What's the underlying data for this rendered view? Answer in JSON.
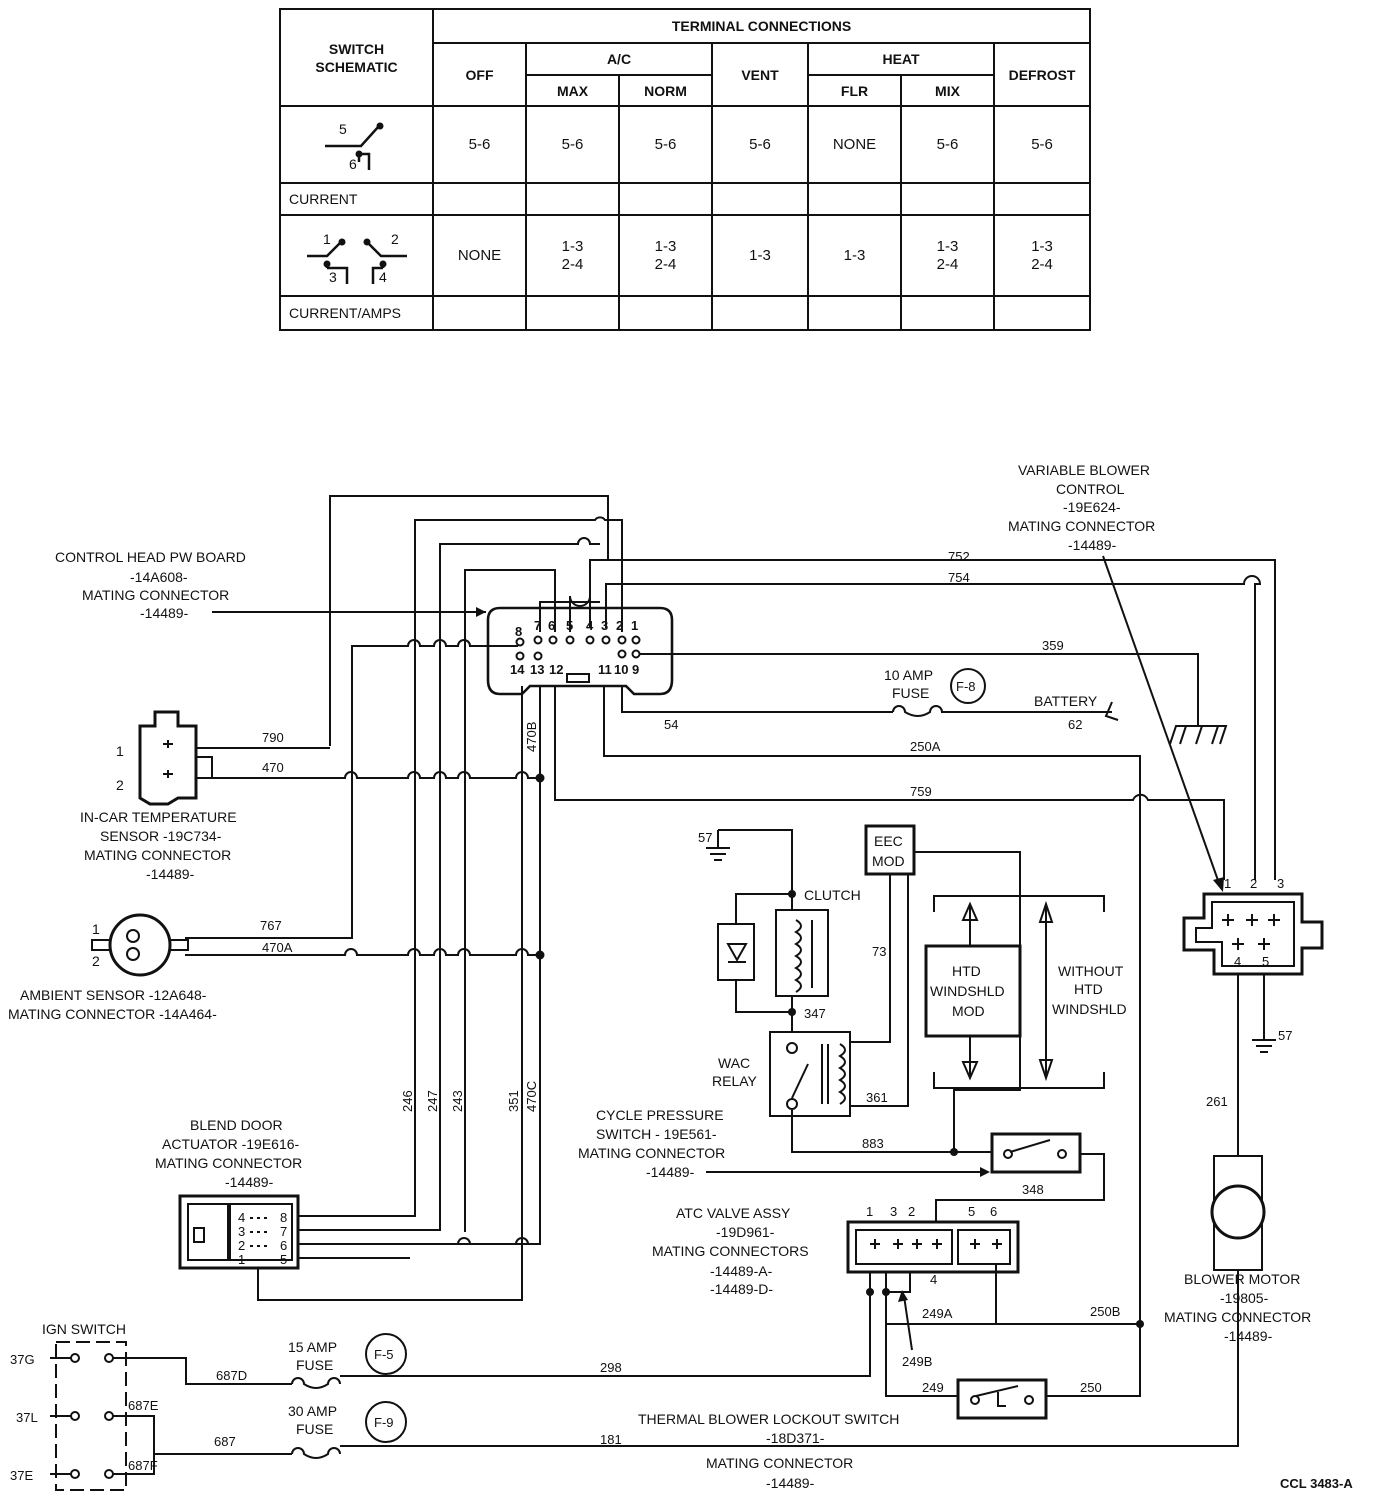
{
  "table": {
    "title": "TERMINAL CONNECTIONS",
    "switch_schematic_1": "SWITCH",
    "switch_schematic_2": "SCHEMATIC",
    "col_off": "OFF",
    "group_ac": "A/C",
    "group_heat": "HEAT",
    "col_max": "MAX",
    "col_norm": "NORM",
    "col_vent": "VENT",
    "col_flr": "FLR",
    "col_mix": "MIX",
    "col_defrost": "DEFROST",
    "row1_values": [
      "5-6",
      "5-6",
      "5-6",
      "5-6",
      "NONE",
      "5-6",
      "5-6"
    ],
    "row_current": "CURRENT",
    "row3_line1": [
      "NONE",
      "1-3",
      "1-3",
      "1-3",
      "1-3",
      "1-3",
      "1-3"
    ],
    "row3_line2": [
      "",
      "2-4",
      "2-4",
      "",
      "",
      "2-4",
      "2-4"
    ],
    "row_current_amps": "CURRENT/AMPS",
    "sch1_pins": [
      "5",
      "6"
    ],
    "sch2_pins": [
      "1",
      "2",
      "3",
      "4"
    ]
  },
  "labels": {
    "control_head": [
      "CONTROL HEAD PW BOARD",
      "-14A608-",
      "MATING CONNECTOR",
      "-14489-"
    ],
    "variable_blower": [
      "VARIABLE BLOWER",
      "CONTROL",
      "-19E624-",
      "MATING CONNECTOR",
      "-14489-"
    ],
    "in_car_sensor": [
      "IN-CAR TEMPERATURE",
      "SENSOR -19C734-",
      "MATING CONNECTOR",
      "-14489-"
    ],
    "ambient_sensor": [
      "AMBIENT SENSOR -12A648-",
      "MATING CONNECTOR -14A464-"
    ],
    "blend_door": [
      "BLEND DOOR",
      "ACTUATOR -19E616-",
      "MATING CONNECTOR",
      "-14489-"
    ],
    "cycle_pressure": [
      "CYCLE PRESSURE",
      "SWITCH - 19E561-",
      "MATING CONNECTOR",
      "-14489-"
    ],
    "atc_valve": [
      "ATC VALVE ASSY",
      "-19D961-",
      "MATING CONNECTORS",
      "-14489-A-",
      "-14489-D-"
    ],
    "blower_motor": [
      "BLOWER MOTOR",
      "-19805-",
      "MATING CONNECTOR",
      "-14489-"
    ],
    "ign_switch": "IGN SWITCH",
    "thermal_lockout_1": "THERMAL BLOWER LOCKOUT SWITCH",
    "thermal_lockout_2": "-18D371-",
    "thermal_lockout_3": "MATING CONNECTOR",
    "thermal_lockout_4": "-14489-",
    "fuse_10": [
      "10 AMP",
      "FUSE"
    ],
    "fuse_15": [
      "15 AMP",
      "FUSE"
    ],
    "fuse_30": [
      "30 AMP",
      "FUSE"
    ],
    "fuse_f8": "F-8",
    "fuse_f5": "F-5",
    "fuse_f9": "F-9",
    "battery": "BATTERY",
    "clutch": "CLUTCH",
    "wac_relay": [
      "WAC",
      "RELAY"
    ],
    "eec_mod": [
      "EEC",
      "MOD"
    ],
    "htd_mod": [
      "HTD",
      "WINDSHLD",
      "MOD"
    ],
    "without_htd": [
      "WITHOUT",
      "HTD",
      "WINDSHLD"
    ],
    "figure_code": "CCL 3483-A"
  },
  "wires": {
    "w752": "752",
    "w754": "754",
    "w359": "359",
    "w790": "790",
    "w470": "470",
    "w54": "54",
    "w62": "62",
    "w250A": "250A",
    "w759": "759",
    "w767": "767",
    "w470A": "470A",
    "w57a": "57",
    "w57b": "57",
    "w73": "73",
    "w347": "347",
    "w361": "361",
    "w883": "883",
    "w348": "348",
    "w261": "261",
    "w246": "246",
    "w247": "247",
    "w243": "243",
    "w351": "351",
    "w470C": "470C",
    "w470B": "470B",
    "w249A": "249A",
    "w250B": "250B",
    "w249B": "249B",
    "w249": "249",
    "w250": "250",
    "w298": "298",
    "w687D": "687D",
    "w687E": "687E",
    "w687": "687",
    "w181": "181",
    "w687F": "687F"
  },
  "pins": {
    "ch_top": [
      "8",
      "7",
      "6",
      "5",
      "4",
      "3",
      "2",
      "1"
    ],
    "ch_bottom": [
      "14",
      "13",
      "12",
      "11",
      "10",
      "9"
    ],
    "vb_top": [
      "1",
      "2",
      "3"
    ],
    "vb_bottom": [
      "4",
      "5"
    ],
    "sensor": [
      "1",
      "2"
    ],
    "ambient": [
      "1",
      "2"
    ],
    "blend_left": [
      "4",
      "3",
      "2",
      "1"
    ],
    "blend_right": [
      "8",
      "7",
      "6",
      "5"
    ],
    "atc": [
      "1",
      "3",
      "2",
      "5",
      "6",
      "4"
    ],
    "ign": [
      "37G",
      "37L",
      "37E"
    ]
  }
}
